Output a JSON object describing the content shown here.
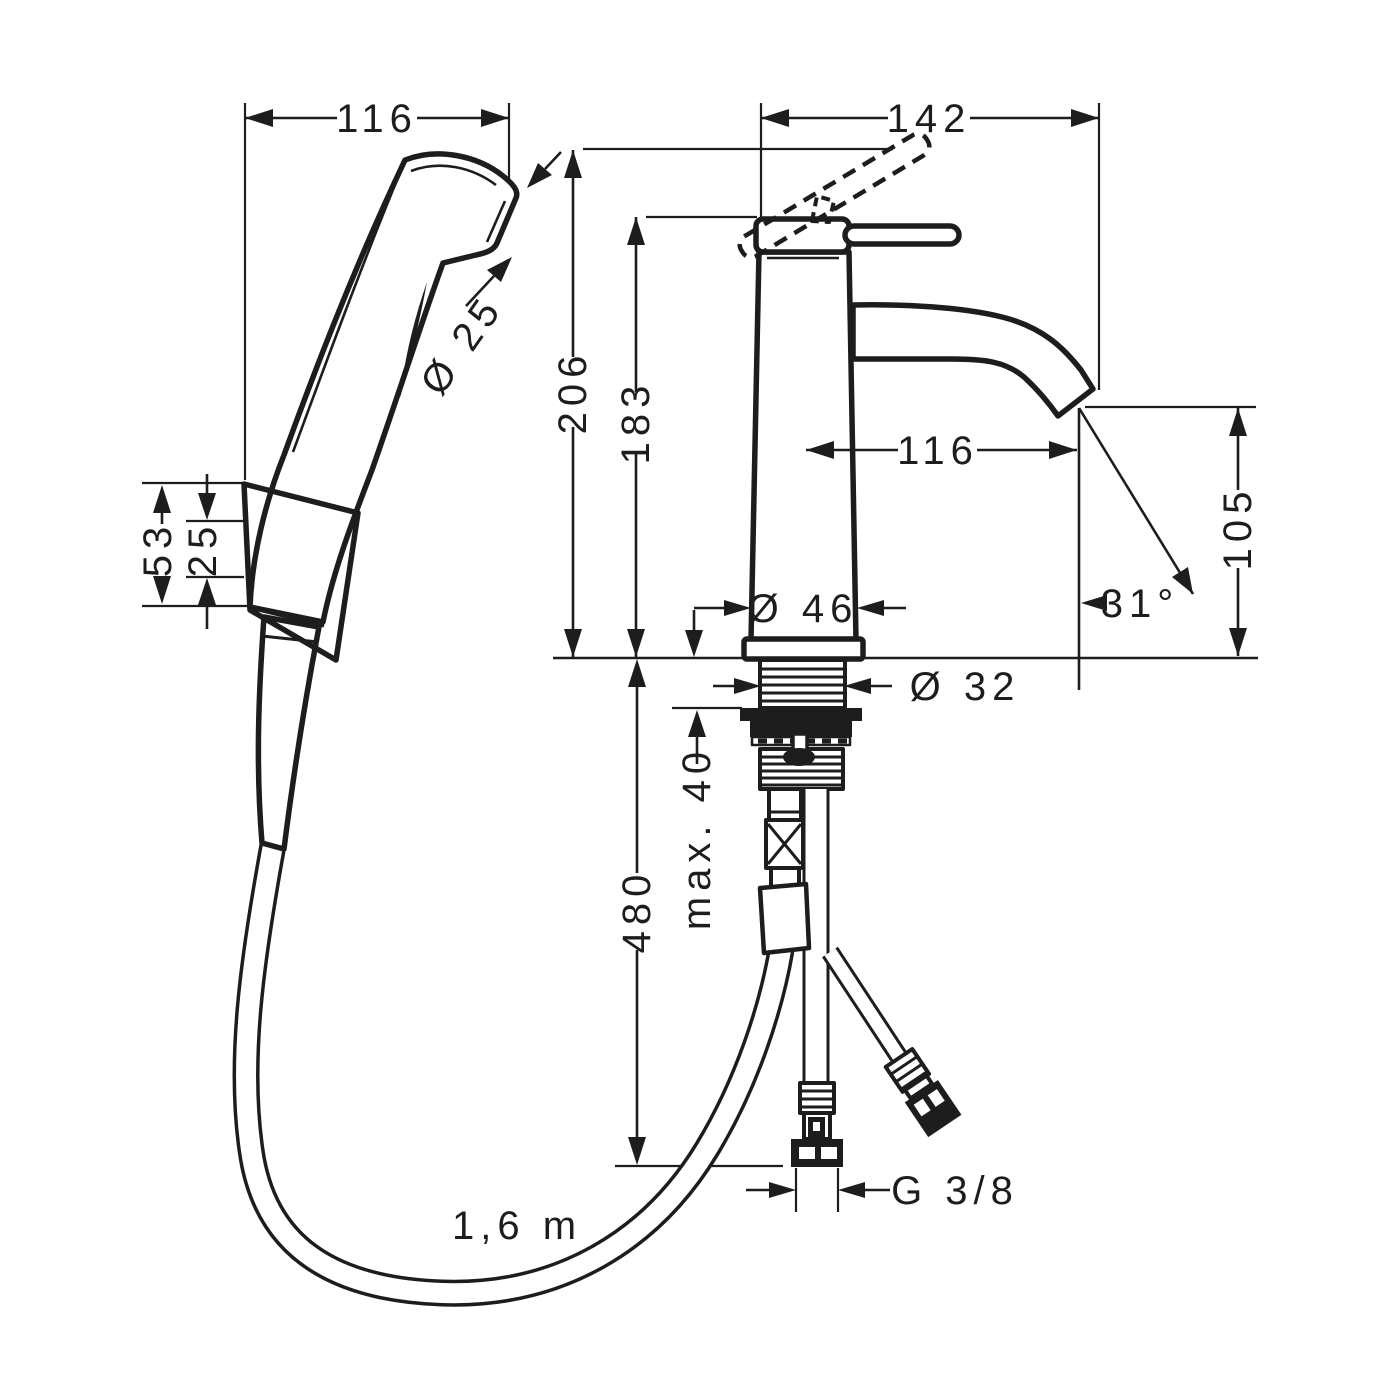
{
  "drawing": {
    "colors": {
      "ink": "#1d1d1d",
      "paper": "#ffffff"
    },
    "labels": {
      "handshower_width": "116",
      "head_diameter": "Ø 25",
      "holder_outer_height": "53",
      "holder_inner_height": "25",
      "total_height": "206",
      "body_height": "183",
      "overall_depth": "142",
      "spout_reach": "116",
      "outlet_height": "105",
      "jet_angle": "31°",
      "base_diameter": "Ø 46",
      "shank_diameter": "Ø 32",
      "max_deck_thickness": "max. 40",
      "hose_drop": "480",
      "connection_thread": "G 3/8",
      "hose_length": "1,6 m"
    }
  }
}
